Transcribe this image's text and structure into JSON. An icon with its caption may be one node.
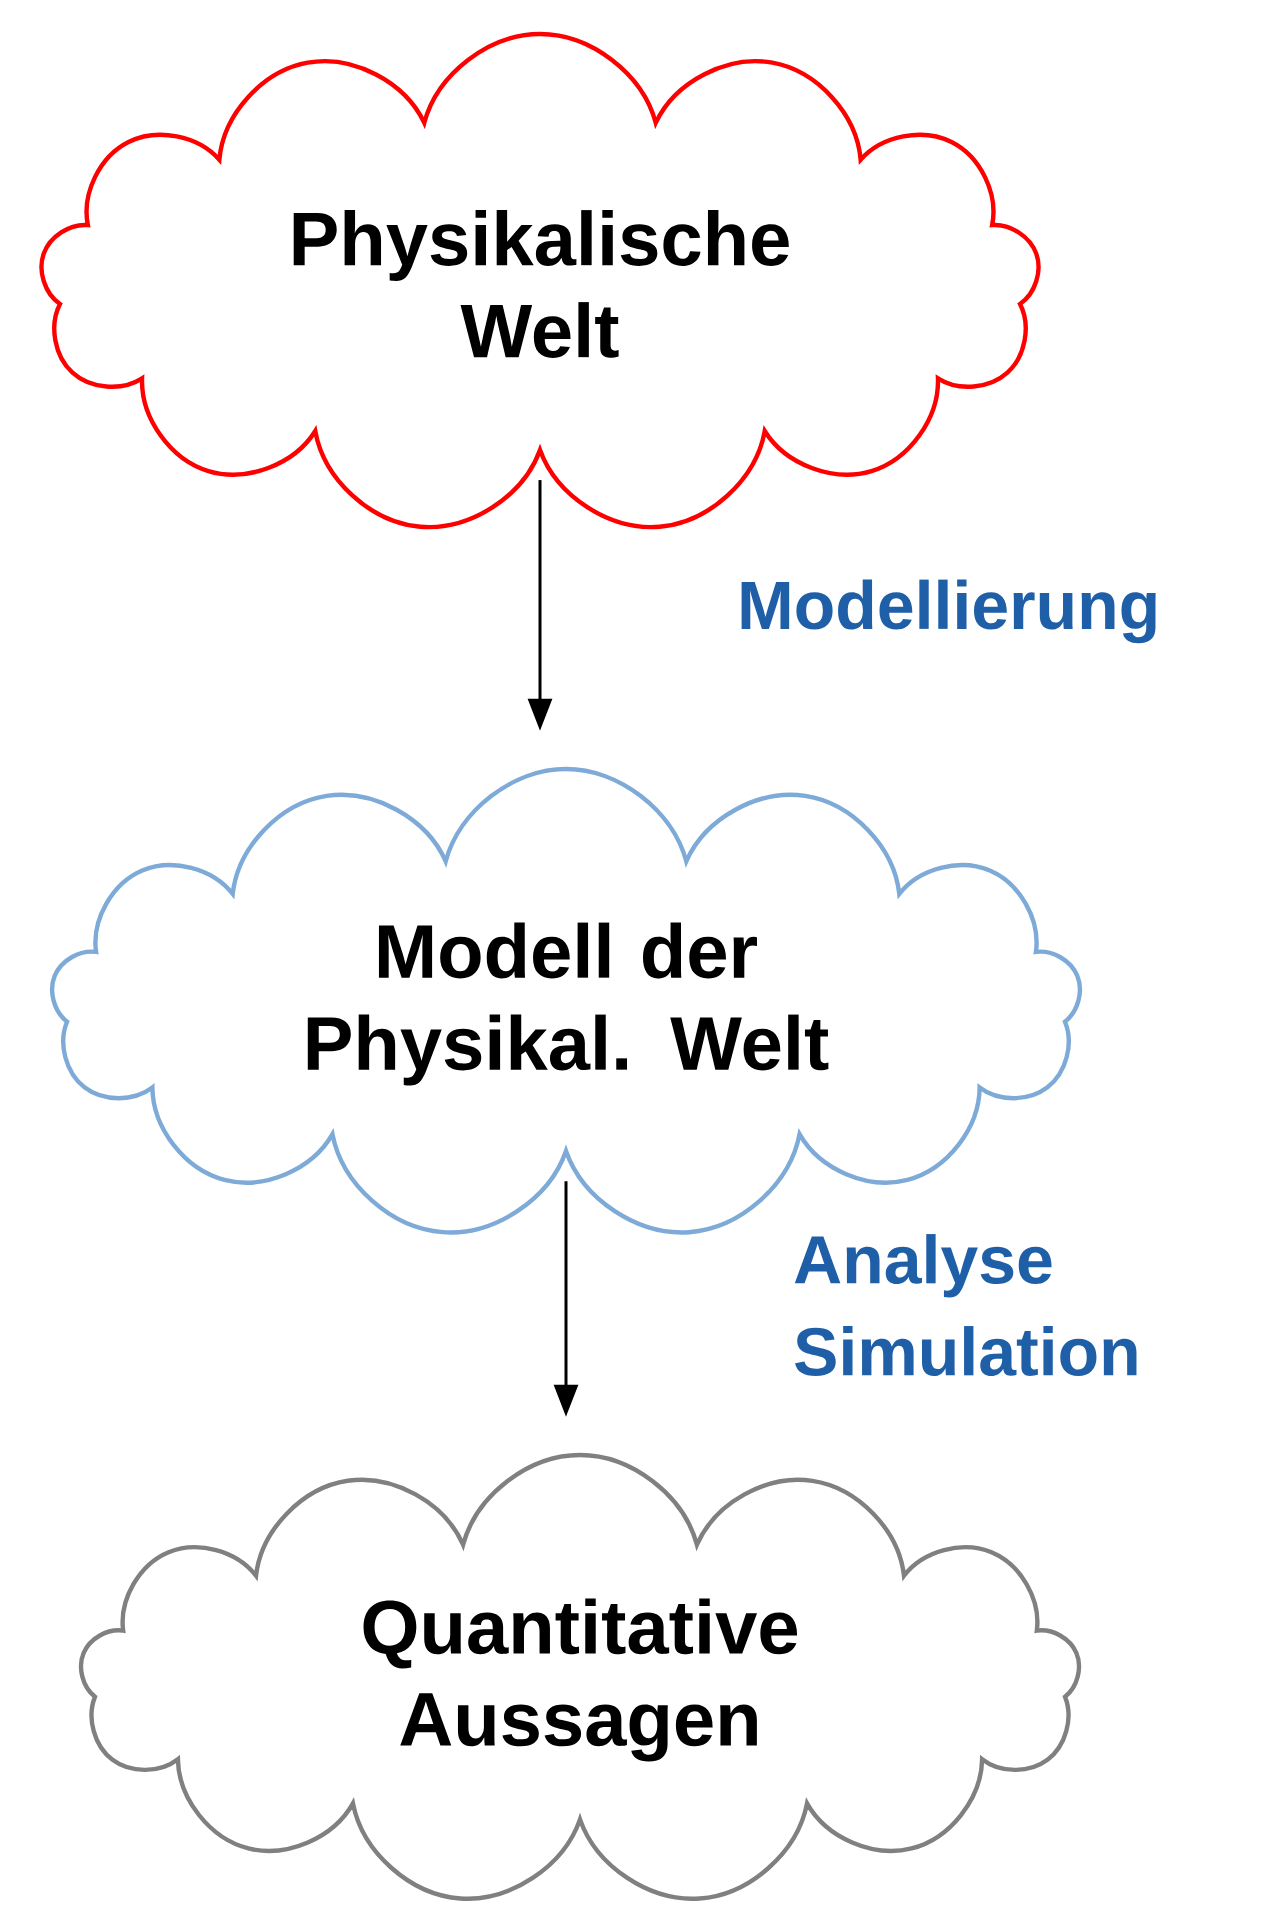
{
  "diagram": {
    "nodes": [
      {
        "text": [
          "Physikalische Welt"
        ]
      },
      {
        "text": [
          "Modell der Physikal. Welt"
        ]
      },
      {
        "text": [
          "Quantitative Aussagen"
        ]
      }
    ],
    "edges": [
      {
        "from": 0,
        "to": 1,
        "arrow": "to",
        "label": "Modellierung"
      },
      {
        "from": 1,
        "to": 2,
        "arrow": "to",
        "label": "Analyse Simulation"
      }
    ]
  }
}
